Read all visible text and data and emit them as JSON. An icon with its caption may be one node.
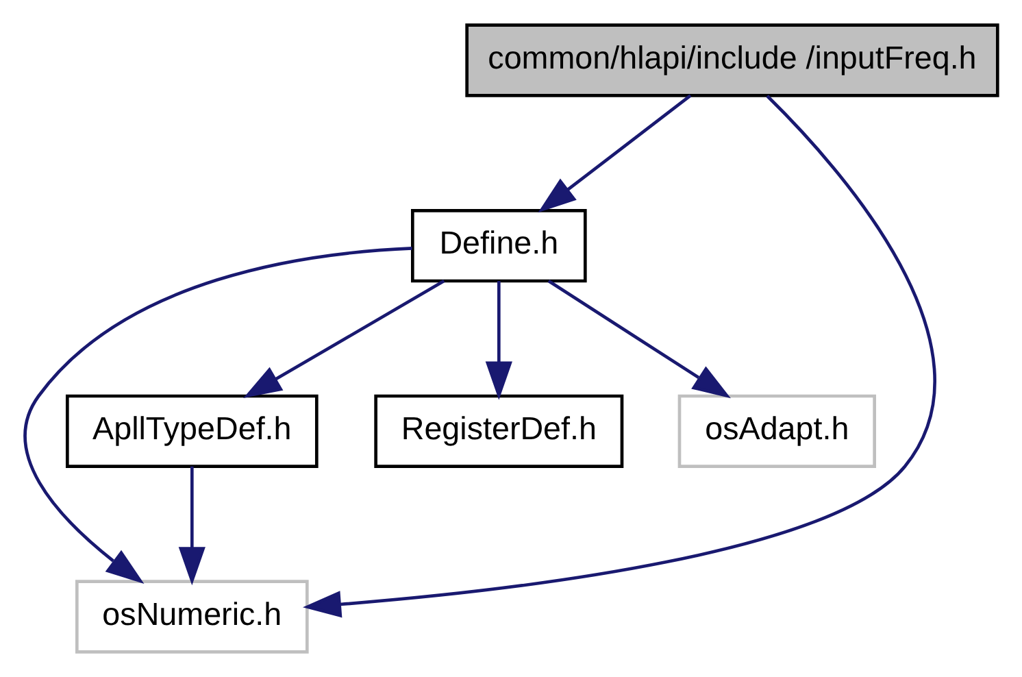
{
  "diagram": {
    "nodes": [
      {
        "text": [
          "common/hlapi/include /inputFreq.h"
        ]
      },
      {
        "text": [
          "Define.h"
        ]
      },
      {
        "text": [
          "osNumeric.h"
        ]
      },
      {
        "text": [
          "ApllTypeDef.h"
        ]
      },
      {
        "text": [
          "RegisterDef.h"
        ]
      },
      {
        "text": [
          "osAdapt.h"
        ]
      }
    ],
    "edges": [
      {
        "from": 0,
        "to": 2,
        "arrow": "to"
      },
      {
        "from": 0,
        "to": 1,
        "arrow": "to"
      },
      {
        "from": 1,
        "to": 2,
        "arrow": "to"
      },
      {
        "from": 1,
        "to": 3,
        "arrow": "to"
      },
      {
        "from": 1,
        "to": 4,
        "arrow": "to"
      },
      {
        "from": 1,
        "to": 5,
        "arrow": "to"
      },
      {
        "from": 3,
        "to": 2,
        "arrow": "to"
      }
    ]
  }
}
